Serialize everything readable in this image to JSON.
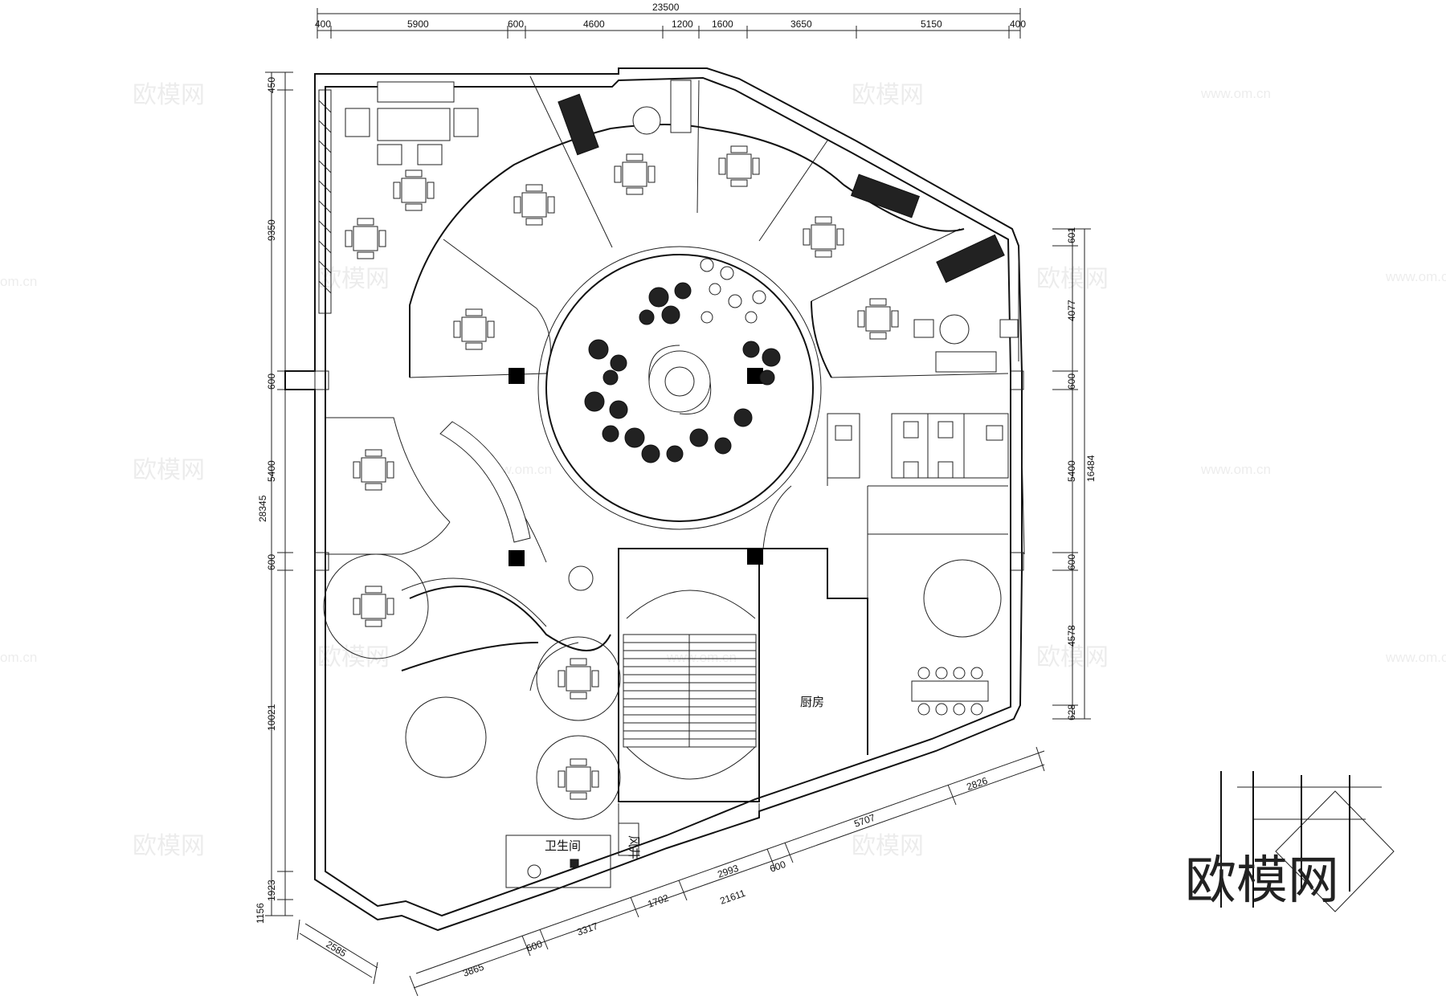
{
  "plan": {
    "dims_top": [
      "23500",
      "400",
      "5900",
      "600",
      "4600",
      "1200",
      "1600",
      "3650",
      "5150",
      "400"
    ],
    "dims_left": [
      "450",
      "9350",
      "600",
      "5400",
      "28345",
      "600",
      "10021",
      "1923",
      "1156"
    ],
    "dims_right": [
      "601",
      "4077",
      "600",
      "5400",
      "16484",
      "600",
      "4578",
      "628"
    ],
    "dims_bottom_right": [
      "2826",
      "5707",
      "600",
      "2993",
      "1702",
      "21611",
      "3317",
      "600",
      "3865"
    ],
    "dims_bottom_left": [
      "2585"
    ],
    "rooms": {
      "kitchen": "厨房",
      "restroom": "卫生间",
      "shaft": "风井"
    },
    "watermark_text": "欧模网",
    "watermark_url": "www.om.cn",
    "watermark_url_cut": "om.cn",
    "logo_text": "欧模网"
  }
}
